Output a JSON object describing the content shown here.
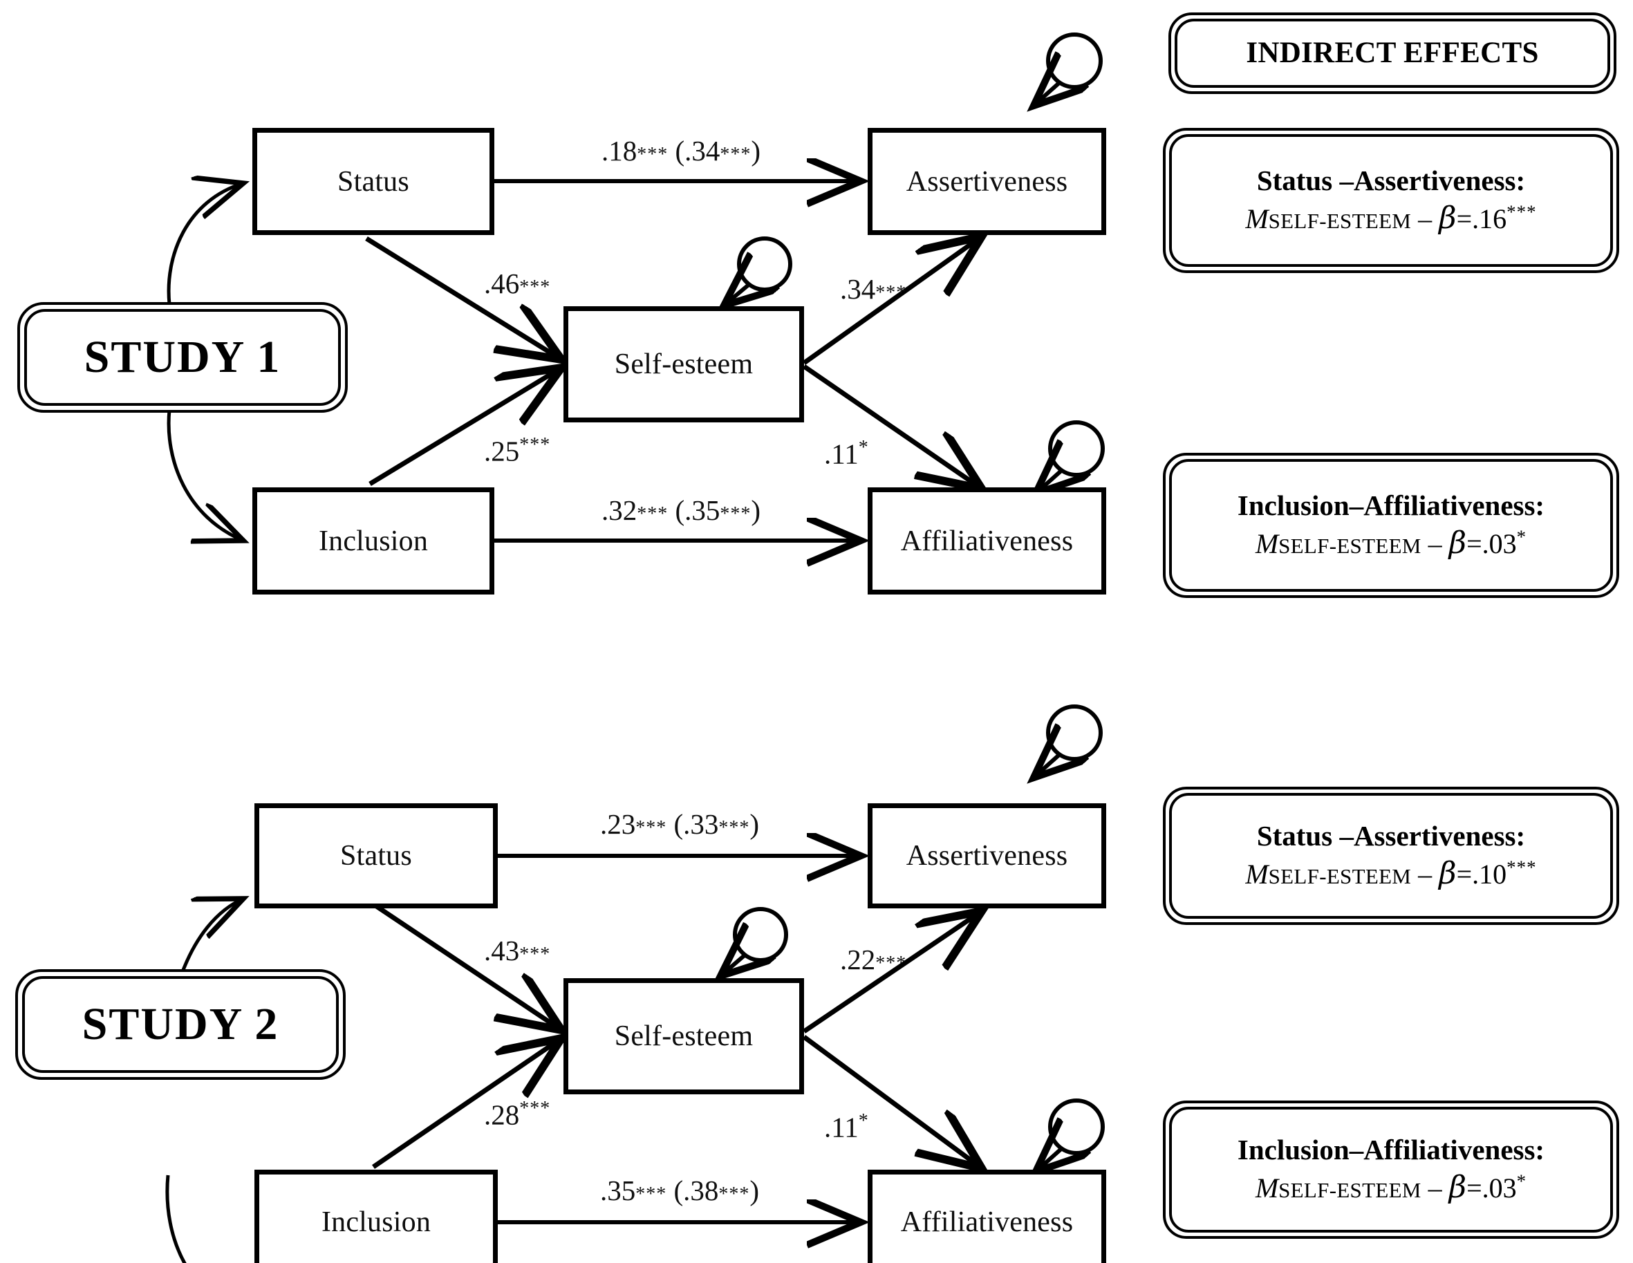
{
  "figure": {
    "type": "sem-path-diagram",
    "background": "#ffffff",
    "line_color": "#000000"
  },
  "indirect_header": {
    "label": "INDIRECT EFFECTS"
  },
  "studies": [
    {
      "id": "study-1",
      "label": "STUDY 1",
      "nodes": {
        "predictor_top": "Status",
        "predictor_bottom": "Inclusion",
        "mediator": "Self-esteem",
        "outcome_top": "Assertiveness",
        "outcome_bottom": "Affiliativeness"
      },
      "paths": {
        "status_to_assertiveness": ".18*** (.34***)",
        "status_to_assertiveness_value": ".18",
        "status_to_assertiveness_total": ".34",
        "inclusion_to_affiliativeness": ".32*** (.35***)",
        "inclusion_to_affiliativeness_value": ".32",
        "inclusion_to_affiliativeness_total": ".35",
        "status_to_selfesteem": ".46",
        "status_to_selfesteem_stars": "***",
        "inclusion_to_selfesteem": ".25",
        "inclusion_to_selfesteem_stars": "***",
        "selfesteem_to_assertiveness": ".34",
        "selfesteem_to_assertiveness_stars": "***",
        "selfesteem_to_affiliativeness": ".11",
        "selfesteem_to_affiliativeness_stars": "*"
      },
      "indirect_effects": [
        {
          "head": "Status –Assertiveness:",
          "mediator_symbol": "M",
          "mediator_subscript": "SELF-ESTEEM",
          "dash": "–",
          "beta": "β",
          "equals": "=",
          "value": ".16",
          "stars": "***"
        },
        {
          "head": "Inclusion–Affiliativeness:",
          "mediator_symbol": "M",
          "mediator_subscript": "SELF-ESTEEM",
          "dash": "–",
          "beta": "β",
          "equals": "=",
          "value": ".03",
          "stars": "*"
        }
      ]
    },
    {
      "id": "study-2",
      "label": "STUDY 2",
      "nodes": {
        "predictor_top": "Status",
        "predictor_bottom": "Inclusion",
        "mediator": "Self-esteem",
        "outcome_top": "Assertiveness",
        "outcome_bottom": "Affiliativeness"
      },
      "paths": {
        "status_to_assertiveness": ".23*** (.33***)",
        "status_to_assertiveness_value": ".23",
        "status_to_assertiveness_total": ".33",
        "inclusion_to_affiliativeness": ".35*** (.38***)",
        "inclusion_to_affiliativeness_value": ".35",
        "inclusion_to_affiliativeness_total": ".38",
        "status_to_selfesteem": ".43",
        "status_to_selfesteem_stars": "***",
        "inclusion_to_selfesteem": ".28",
        "inclusion_to_selfesteem_stars": "***",
        "selfesteem_to_assertiveness": ".22",
        "selfesteem_to_assertiveness_stars": "***",
        "selfesteem_to_affiliativeness": ".11",
        "selfesteem_to_affiliativeness_stars": "*"
      },
      "indirect_effects": [
        {
          "head": "Status –Assertiveness:",
          "mediator_symbol": "M",
          "mediator_subscript": "SELF-ESTEEM",
          "dash": "–",
          "beta": "β",
          "equals": "=",
          "value": ".10",
          "stars": "***"
        },
        {
          "head": "Inclusion–Affiliativeness:",
          "mediator_symbol": "M",
          "mediator_subscript": "SELF-ESTEEM",
          "dash": "–",
          "beta": "β",
          "equals": "=",
          "value": ".03",
          "stars": "*"
        }
      ]
    }
  ],
  "chart_data": {
    "type": "diagram",
    "title": "Mediation path models for Study 1 and Study 2",
    "legend": "INDIRECT EFFECTS",
    "series": [
      {
        "name": "Study 1",
        "edges": [
          {
            "from": "Status",
            "to": "Assertiveness",
            "label": ".18*** (.34***)",
            "direct": 0.18,
            "total": 0.34
          },
          {
            "from": "Status",
            "to": "Self-esteem",
            "label": ".46***",
            "value": 0.46
          },
          {
            "from": "Inclusion",
            "to": "Self-esteem",
            "label": ".25***",
            "value": 0.25
          },
          {
            "from": "Self-esteem",
            "to": "Assertiveness",
            "label": ".34***",
            "value": 0.34
          },
          {
            "from": "Self-esteem",
            "to": "Affiliativeness",
            "label": ".11*",
            "value": 0.11
          },
          {
            "from": "Inclusion",
            "to": "Affiliativeness",
            "label": ".32*** (.35***)",
            "direct": 0.32,
            "total": 0.35
          }
        ],
        "indirect": [
          {
            "path": "Status –Assertiveness",
            "mediator": "SELF-ESTEEM",
            "beta": 0.16,
            "stars": "***"
          },
          {
            "path": "Inclusion–Affiliativeness",
            "mediator": "SELF-ESTEEM",
            "beta": 0.03,
            "stars": "*"
          }
        ]
      },
      {
        "name": "Study 2",
        "edges": [
          {
            "from": "Status",
            "to": "Assertiveness",
            "label": ".23*** (.33***)",
            "direct": 0.23,
            "total": 0.33
          },
          {
            "from": "Status",
            "to": "Self-esteem",
            "label": ".43***",
            "value": 0.43
          },
          {
            "from": "Inclusion",
            "to": "Self-esteem",
            "label": ".28***",
            "value": 0.28
          },
          {
            "from": "Self-esteem",
            "to": "Assertiveness",
            "label": ".22***",
            "value": 0.22
          },
          {
            "from": "Self-esteem",
            "to": "Affiliativeness",
            "label": ".11*",
            "value": 0.11
          },
          {
            "from": "Inclusion",
            "to": "Affiliativeness",
            "label": ".35*** (.38***)",
            "direct": 0.35,
            "total": 0.38
          }
        ],
        "indirect": [
          {
            "path": "Status –Assertiveness",
            "mediator": "SELF-ESTEEM",
            "beta": 0.1,
            "stars": "***"
          },
          {
            "path": "Inclusion–Affiliativeness",
            "mediator": "SELF-ESTEEM",
            "beta": 0.03,
            "stars": "*"
          }
        ]
      }
    ]
  }
}
